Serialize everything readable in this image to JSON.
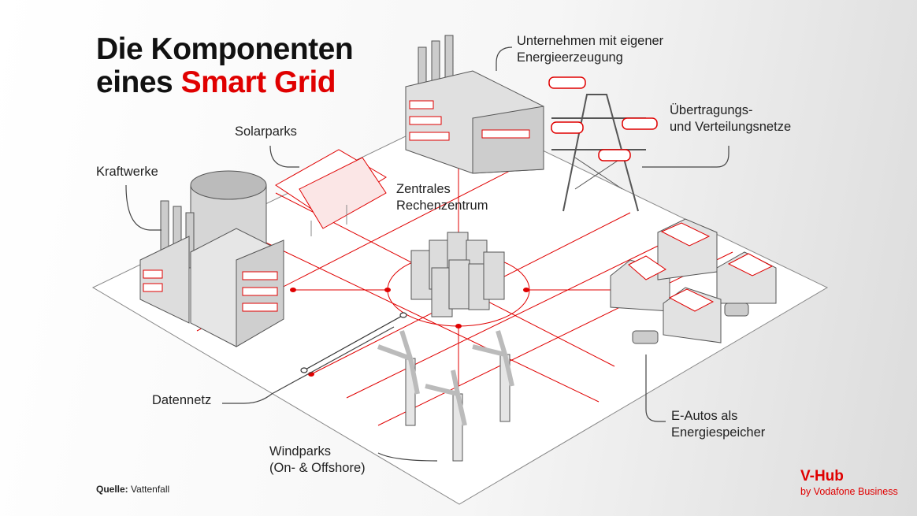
{
  "title": {
    "line1": "Die Komponenten",
    "line2_prefix": "eines",
    "line2_highlight": "Smart Grid"
  },
  "labels": {
    "unternehmen": [
      "Unternehmen mit eigener",
      "Energieerzeugung"
    ],
    "netze": [
      "Übertragungs-",
      "und Verteilungsnetze"
    ],
    "solarparks": "Solarparks",
    "kraftwerke": "Kraftwerke",
    "rechenzentrum": [
      "Zentrales",
      "Rechenzentrum"
    ],
    "datennetz": "Datennetz",
    "windparks": [
      "Windparks",
      "(On- & Offshore)"
    ],
    "eautos": [
      "E-Autos als",
      "Energiespeicher"
    ]
  },
  "source": {
    "label": "Quelle:",
    "value": "Vattenfall"
  },
  "brand": {
    "name": "V-Hub",
    "tagline": "by Vodafone Business"
  },
  "colors": {
    "accent": "#e00000",
    "outline": "#555555",
    "building": "#d9d9d9"
  }
}
